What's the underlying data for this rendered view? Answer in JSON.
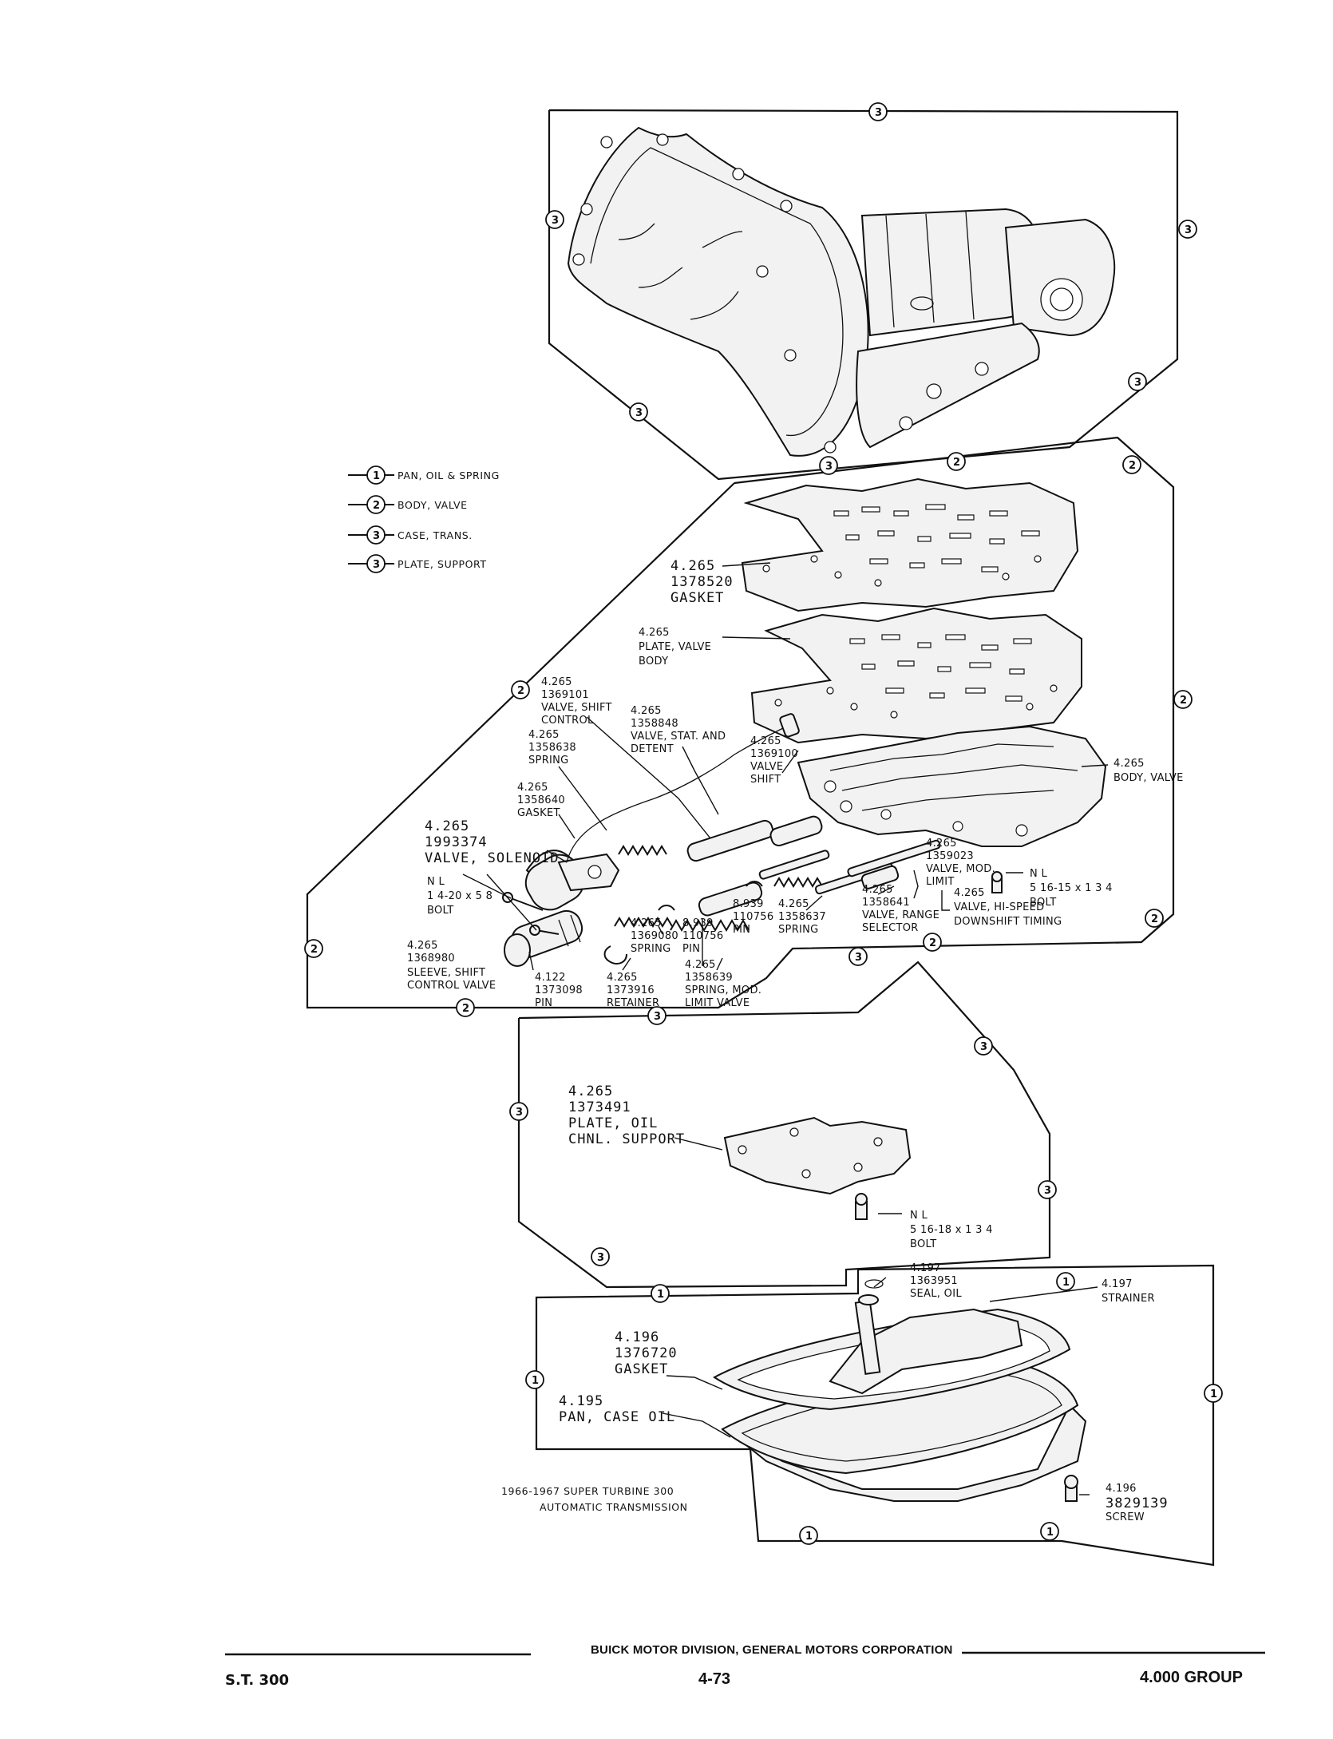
{
  "legend": [
    {
      "num": "1",
      "text": "PAN, OIL & SPRING"
    },
    {
      "num": "2",
      "text": "BODY, VALVE"
    },
    {
      "num": "3",
      "text": "CASE, TRANS."
    },
    {
      "num": "3",
      "text": "PLATE, SUPPORT"
    }
  ],
  "callouts": {
    "gasket_top": [
      "4.265",
      "1378520",
      "GASKET"
    ],
    "plate_valve": [
      "4.265",
      "PLATE, VALVE",
      "BODY"
    ],
    "valve_shift": [
      "4.265",
      "1369101",
      "VALVE, SHIFT",
      "CONTROL"
    ],
    "valve_stat": [
      "4.265",
      "1358848",
      "VALVE, STAT. AND",
      "DETENT"
    ],
    "valve_shift2": [
      "4.265",
      "1369100",
      "VALVE",
      "SHIFT"
    ],
    "spring_1358638": [
      "4.265",
      "1358638",
      "SPRING"
    ],
    "gasket_1358640": [
      "4.265",
      "1358640",
      "GASKET"
    ],
    "body_valve": [
      "4.265",
      "BODY, VALVE"
    ],
    "solenoid": [
      "4.265",
      "1993374",
      "VALVE, SOLENOID"
    ],
    "nl_bolt_left": [
      "N L",
      "1 4-20 x 5 8",
      "BOLT"
    ],
    "valve_mod": [
      "4.265",
      "1359023",
      "VALVE, MOD.",
      "LIMIT"
    ],
    "nl_bolt_right": [
      "N L",
      "5 16-15 x 1 3 4",
      "BOLT"
    ],
    "sleeve": [
      "4.265",
      "1368980",
      "SLEEVE, SHIFT",
      "CONTROL VALVE"
    ],
    "spring_1369080": [
      "4.265",
      "1369080",
      "SPRING"
    ],
    "pin_8939": [
      "8.939",
      "110756",
      "PIN"
    ],
    "pin_8939b": [
      "8.939",
      "110756",
      "PIN"
    ],
    "spring_1358637": [
      "4.265",
      "1358637",
      "SPRING"
    ],
    "valve_range": [
      "4.265",
      "1358641",
      "VALVE, RANGE",
      "SELECTOR"
    ],
    "valve_hispeed": [
      "4.265",
      "VALVE, HI-SPEED",
      "DOWNSHIFT TIMING"
    ],
    "pin_4122": [
      "4.122",
      "1373098",
      "PIN"
    ],
    "retainer": [
      "4.265",
      "1373916",
      "RETAINER"
    ],
    "spring_mod": [
      "4.265",
      "1358639",
      "SPRING, MOD.",
      "LIMIT VALVE"
    ],
    "plate_oil": [
      "4.265",
      "1373491",
      "PLATE, OIL",
      "CHNL. SUPPORT"
    ],
    "nl_bolt_lower": [
      "N L",
      "5 16-18 x 1 3 4",
      "BOLT"
    ],
    "seal_oil": [
      "4.197",
      "1363951",
      "SEAL, OIL"
    ],
    "strainer": [
      "4.197",
      "STRAINER"
    ],
    "gasket_pan": [
      "4.196",
      "1376720",
      "GASKET"
    ],
    "pan_case": [
      "4.195",
      "PAN, CASE OIL"
    ],
    "screw": [
      "4.196",
      "3829139",
      "SCREW"
    ],
    "caption": [
      "1966-1967 SUPER TURBINE 300",
      "AUTOMATIC TRANSMISSION"
    ]
  },
  "group_markers": {
    "case": "3",
    "body": "2",
    "support": "3",
    "pan": "1"
  },
  "footer": {
    "company": "BUICK MOTOR DIVISION, GENERAL MOTORS CORPORATION",
    "model": "S.T. 300",
    "page": "4-73",
    "group": "4.000 GROUP"
  }
}
